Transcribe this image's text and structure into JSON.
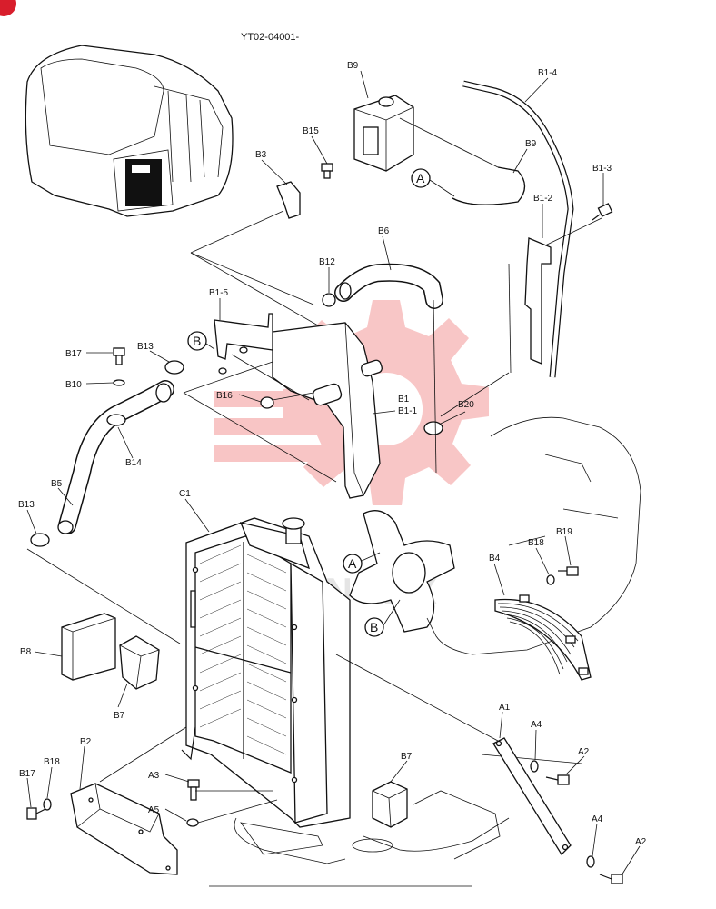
{
  "diagram_code": "YT02-04001-",
  "accent_color": "#d81e2c",
  "watermark_color": "#f08080",
  "labels": {
    "B9_top": "B9",
    "B1_4": "B1-4",
    "B15": "B15",
    "B3": "B3",
    "B9_hose": "B9",
    "B1_3": "B1-3",
    "B1_2": "B1-2",
    "B6": "B6",
    "B12": "B12",
    "B1_5": "B1-5",
    "B17_top": "B17",
    "B13_top": "B13",
    "B10": "B10",
    "B16": "B16",
    "B1": "B1",
    "B1_1": "B1-1",
    "B20": "B20",
    "B14": "B14",
    "B5": "B5",
    "B13_low": "B13",
    "C1": "C1",
    "B19": "B19",
    "B18_right": "B18",
    "B4": "B4",
    "B8": "B8",
    "B7_left": "B7",
    "A1": "A1",
    "A4_top": "A4",
    "A2_top": "A2",
    "B2": "B2",
    "B18_low": "B18",
    "B17_low": "B17",
    "B7_low": "B7",
    "A3": "A3",
    "A5": "A5",
    "A4_low": "A4",
    "A2_low": "A2"
  },
  "refs": {
    "A_top": "A",
    "B_left": "B",
    "A_mid": "A",
    "B_low": "B"
  },
  "watermark_text": "YANTEX"
}
